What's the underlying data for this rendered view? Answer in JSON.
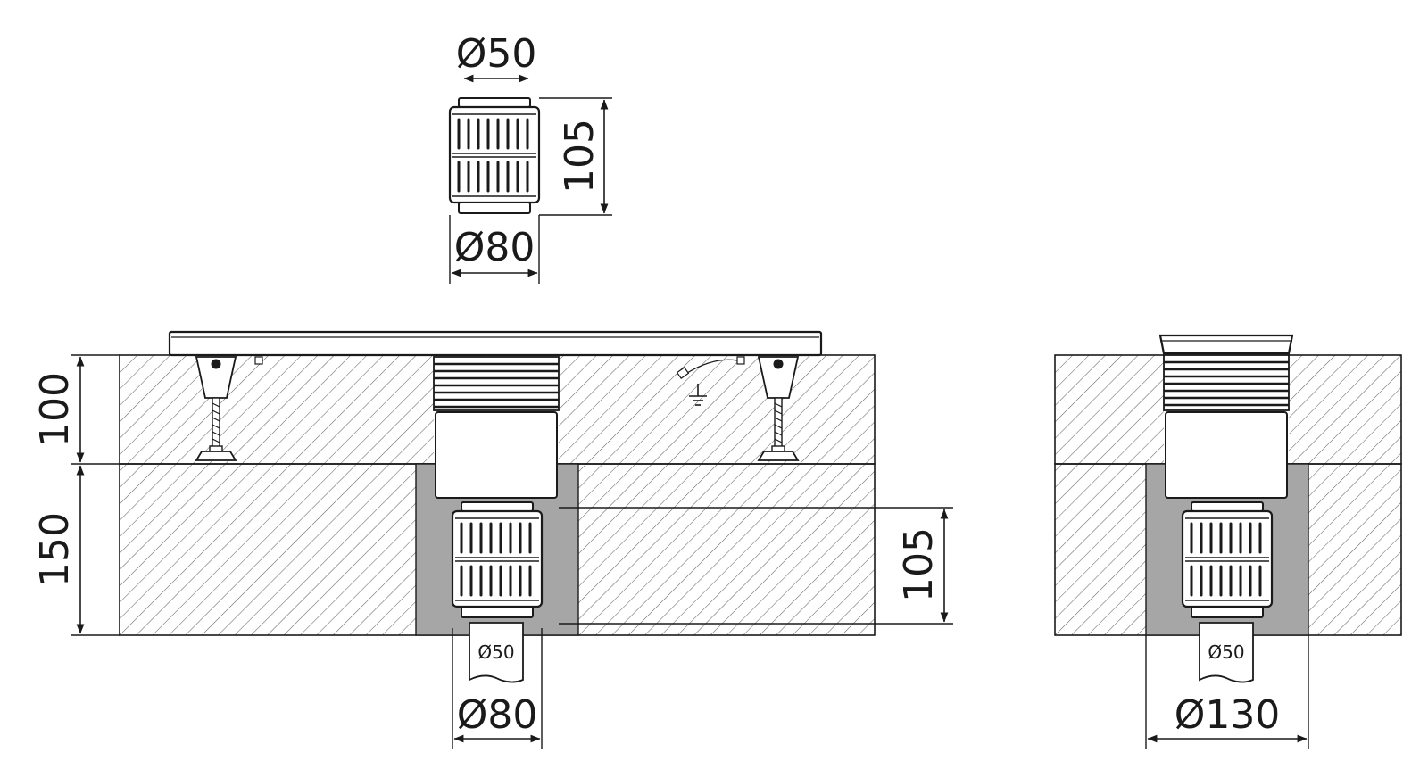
{
  "drawing": {
    "top_view": {
      "dim_inner_diameter": "Ø50",
      "dim_height": "105",
      "dim_outer_diameter": "Ø80"
    },
    "side_section": {
      "dim_upper_layer": "100",
      "dim_lower_layer": "150",
      "dim_trap_height": "105",
      "pipe_label": "Ø50",
      "dim_outlet_diameter": "Ø80"
    },
    "end_section": {
      "pipe_label": "Ø50",
      "dim_core_diameter": "Ø130"
    }
  },
  "colors": {
    "line": "#1a1a1a",
    "grout": "#a6a6a6",
    "hatch": "#555555",
    "paper": "#ffffff"
  }
}
